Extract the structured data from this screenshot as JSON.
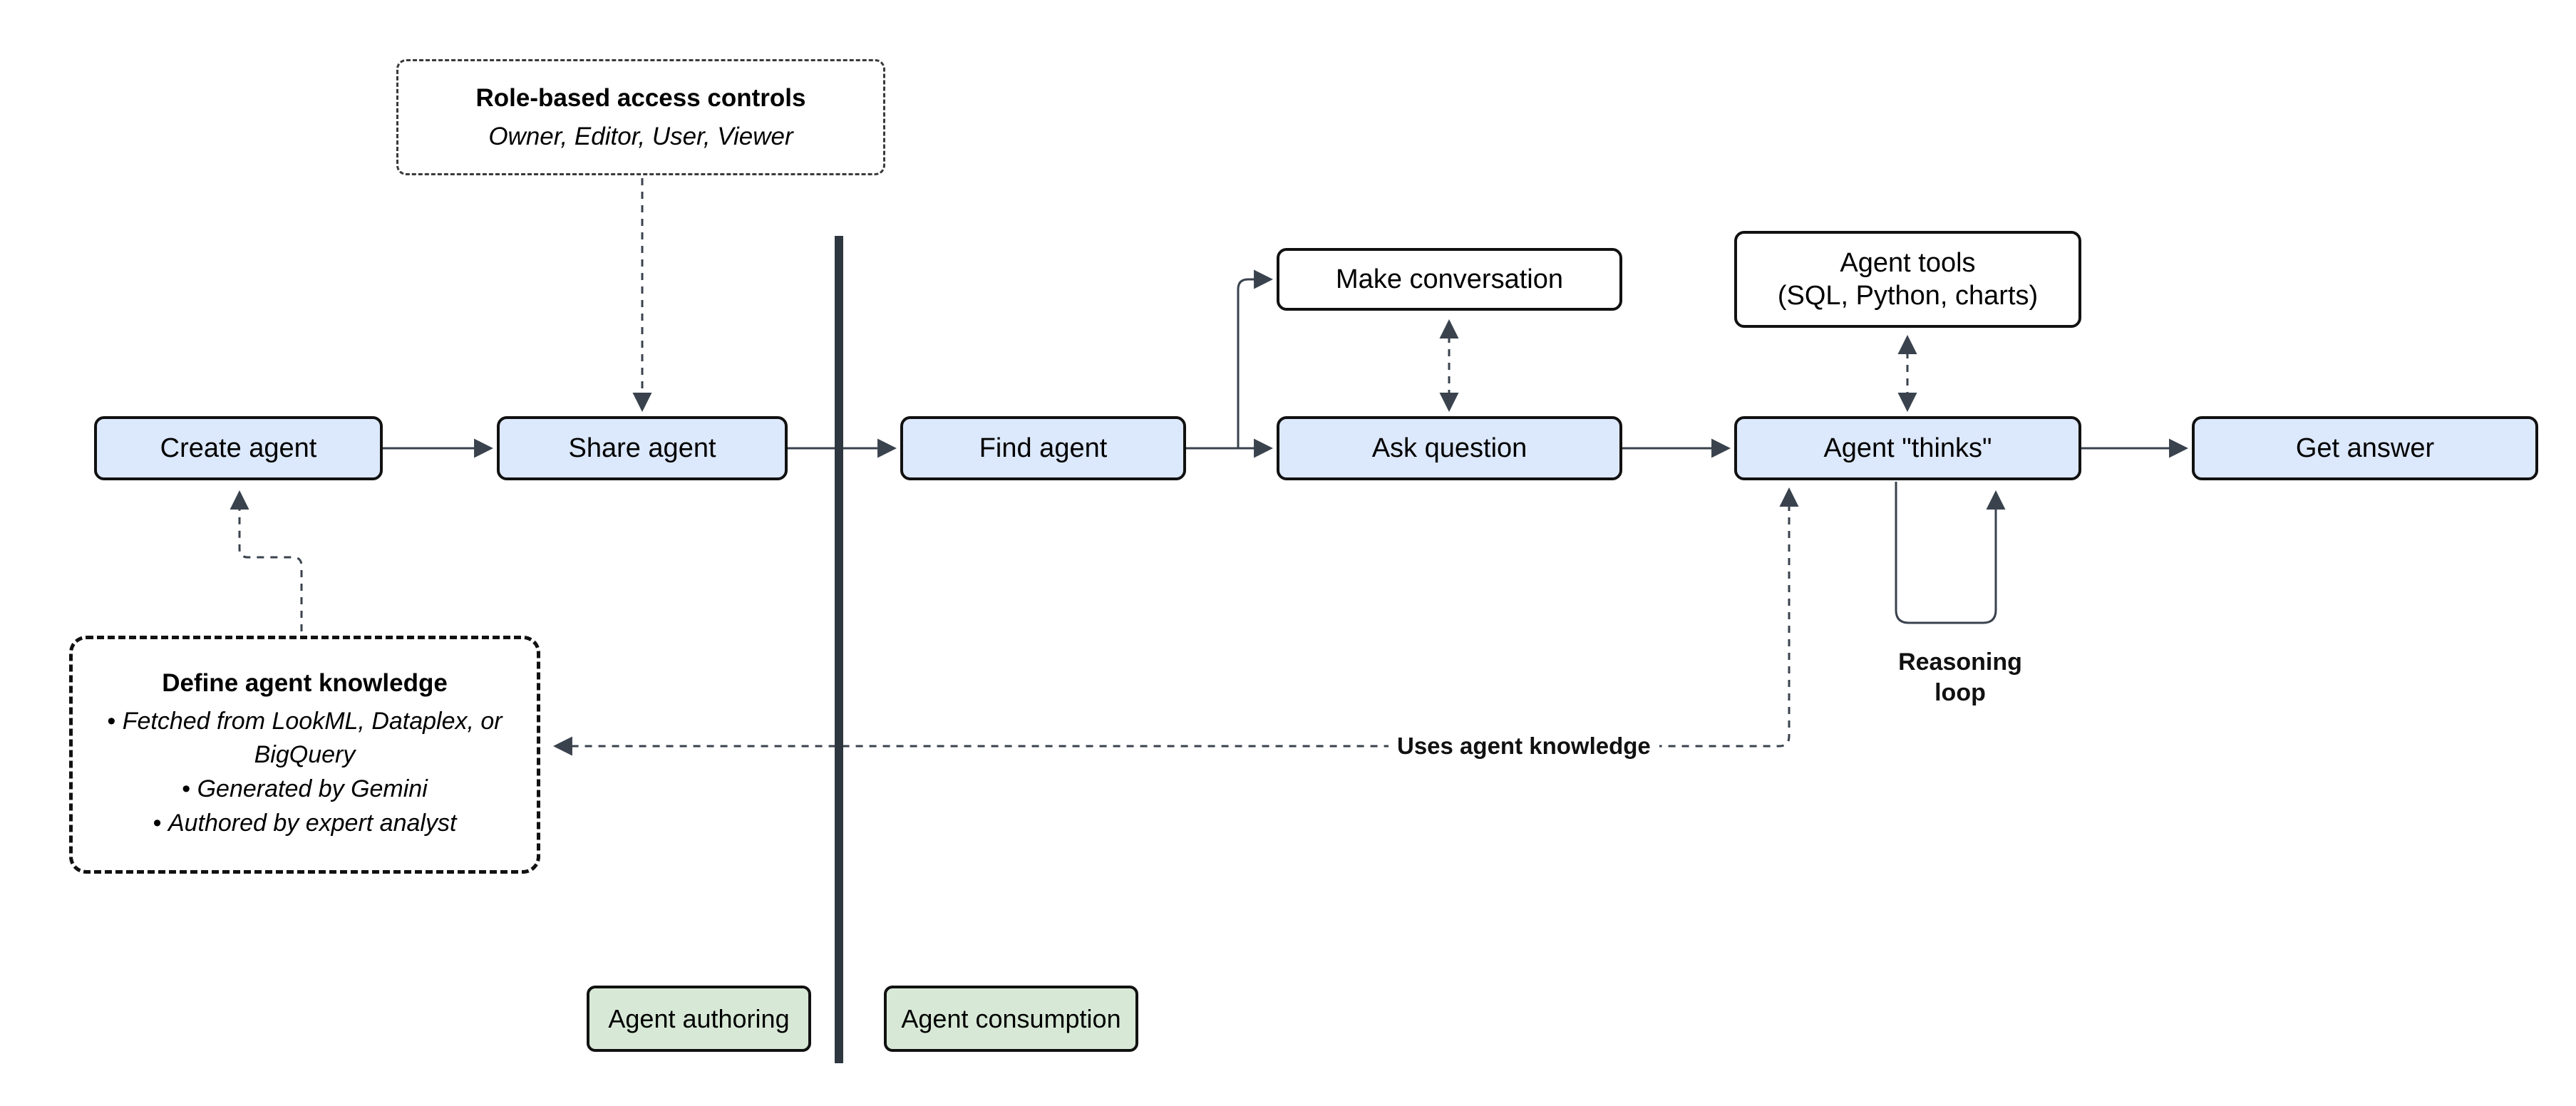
{
  "diagram": {
    "nodes": {
      "create_agent": {
        "label": "Create agent"
      },
      "share_agent": {
        "label": "Share agent"
      },
      "find_agent": {
        "label": "Find agent"
      },
      "make_conversation": {
        "label": "Make conversation"
      },
      "ask_question": {
        "label": "Ask question"
      },
      "agent_tools": {
        "lines": [
          "Agent tools",
          "(SQL, Python, charts)"
        ]
      },
      "agent_thinks": {
        "label": "Agent \"thinks\""
      },
      "get_answer": {
        "label": "Get answer"
      }
    },
    "annotations": {
      "role_based": {
        "title": "Role-based access controls",
        "subtitle": "Owner, Editor, User, Viewer"
      },
      "define_knowledge": {
        "title": "Define agent knowledge",
        "bullets": [
          "Fetched from LookML, Dataplex, or BigQuery",
          "Generated by Gemini",
          "Authored by expert analyst"
        ]
      },
      "reasoning_loop_label": "Reasoning loop",
      "uses_agent_knowledge_label": "Uses agent knowledge"
    },
    "zones": {
      "authoring": "Agent authoring",
      "consumption": "Agent consumption"
    },
    "colors": {
      "node_fill_blue": "#dce8fb",
      "node_fill_white": "#ffffff",
      "zone_fill_green": "#d7e9d6",
      "box_border": "#111111",
      "arrow": "#39424d",
      "divider": "#2e3740",
      "background": "#ffffff"
    }
  }
}
